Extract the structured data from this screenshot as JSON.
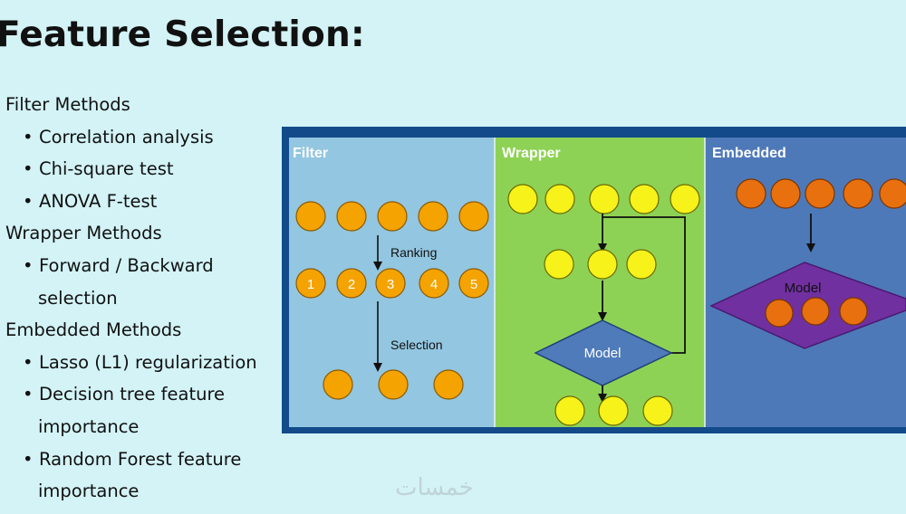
{
  "title": "Feature Selection:",
  "bullets": {
    "filter": "Filter Methods",
    "filter_items": [
      "Correlation analysis",
      "Chi-square test",
      "ANOVA F-test"
    ],
    "wrapper": "Wrapper Methods",
    "wrapper_item_line1": "Forward / Backward",
    "wrapper_item_line2": "selection",
    "embedded": "Embedded Methods",
    "embedded_item1": "Lasso (L1) regularization",
    "embedded_item2_line1": "Decision tree feature",
    "embedded_item2_line2": "importance",
    "embedded_item3_line1": "Random Forest feature",
    "embedded_item3_line2": "importance"
  },
  "diagram": {
    "panels": {
      "filter": "Filter",
      "wrapper": "Wrapper",
      "embedded": "Embedded"
    },
    "ranking_label": "Ranking",
    "selection_label": "Selection",
    "ranks": [
      "1",
      "2",
      "3",
      "4",
      "5"
    ],
    "wrapper_model": "Model",
    "embedded_model": "Model",
    "colors": {
      "frame": "#134a8a",
      "filter_bg": "#93c6e0",
      "wrapper_bg": "#8ed255",
      "embedded_bg": "#4e79b9",
      "orange_circle": "#f5a300",
      "yellow_circle": "#f6f21a",
      "dark_orange_circle": "#e8700e",
      "wrapper_diamond": "#4f7bbb",
      "embedded_diamond": "#7030a0"
    }
  },
  "watermark": "خمسات"
}
